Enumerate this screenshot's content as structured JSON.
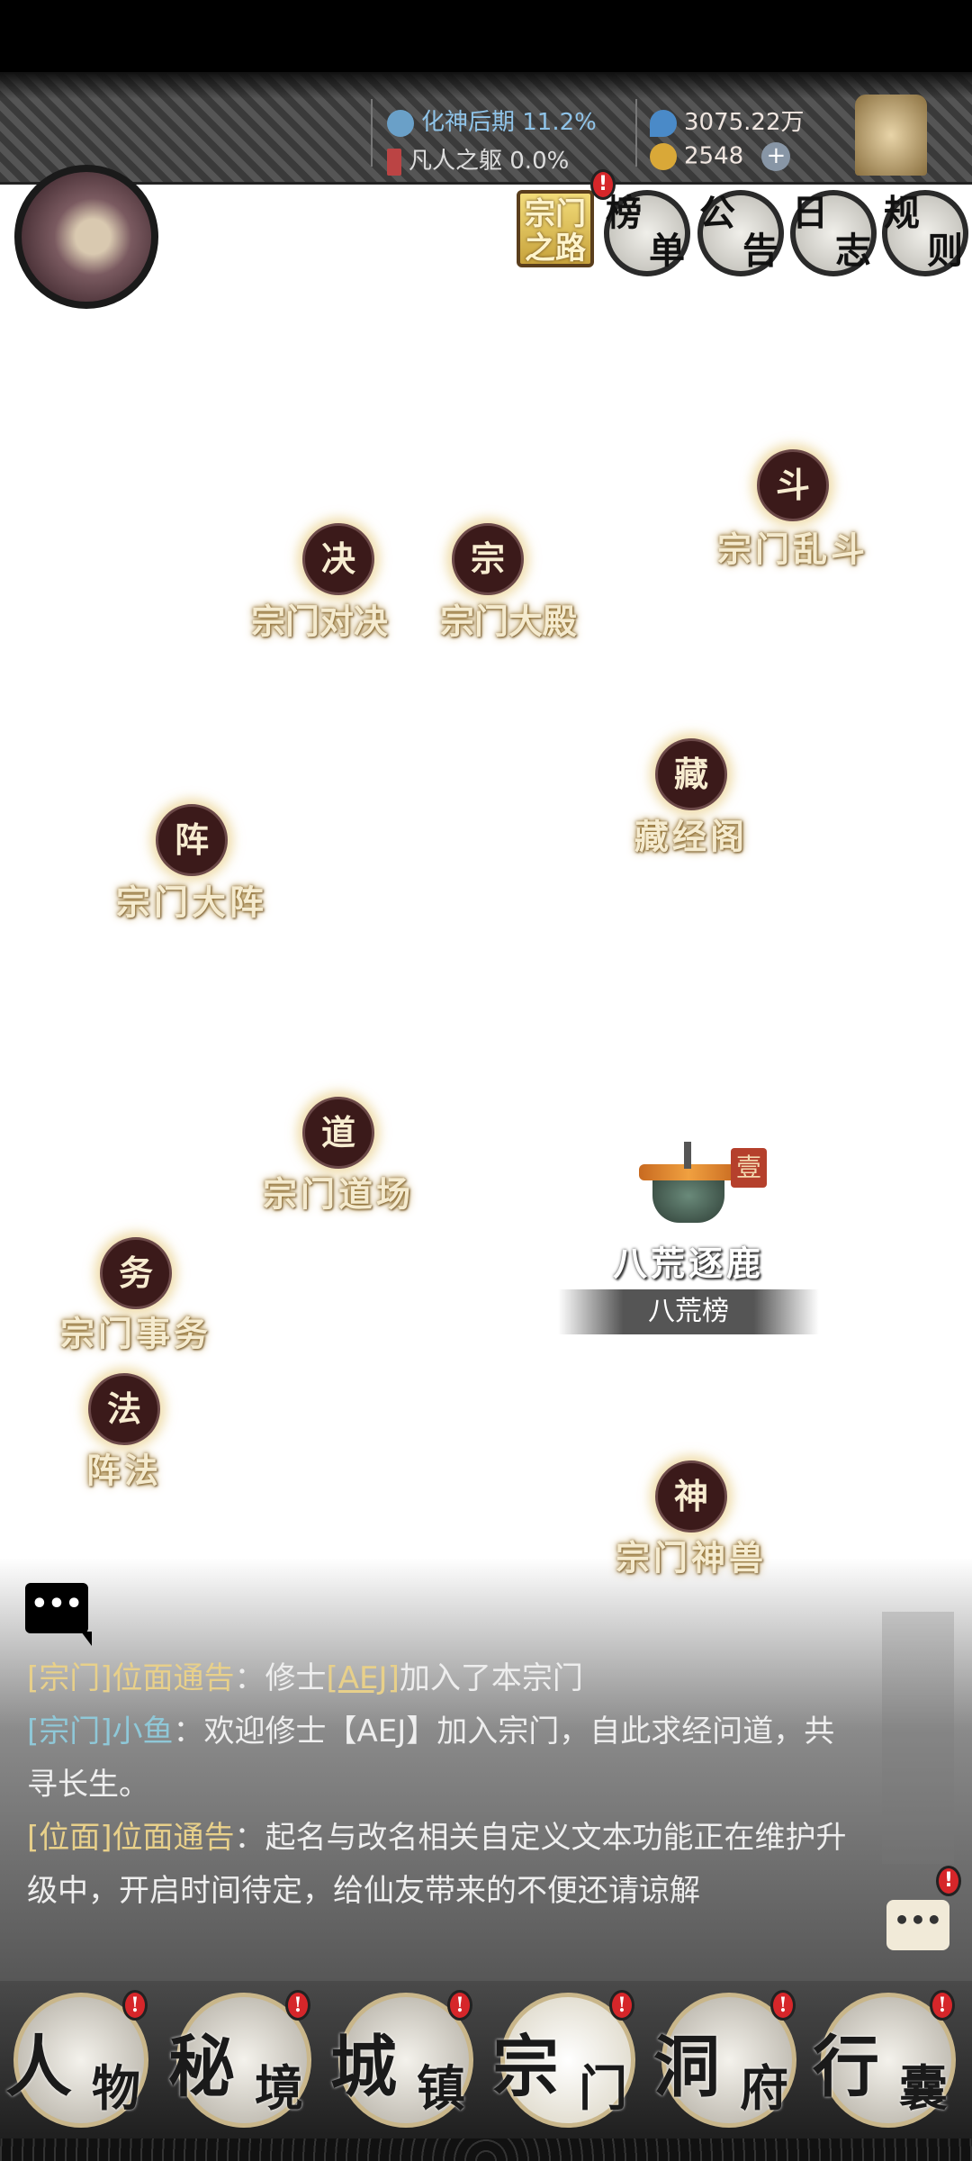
{
  "header": {
    "realm": "化神后期 11.2%",
    "body_realm": "凡人之躯 0.0%",
    "spirit_stones": "3075.22万",
    "jade": "2548",
    "add_label": "+"
  },
  "top_buttons": {
    "road": "宗门之路",
    "road_lines": [
      "宗门",
      "之路"
    ],
    "rank": [
      "榜",
      "单"
    ],
    "notice": [
      "公",
      "告"
    ],
    "log": [
      "日",
      "志"
    ],
    "rules": [
      "规",
      "则"
    ],
    "badge": "!"
  },
  "nodes": [
    {
      "glyph": "斗",
      "label": "宗门乱斗"
    },
    {
      "glyph": "决",
      "label": "宗门对决"
    },
    {
      "glyph": "宗",
      "label": "宗门大殿"
    },
    {
      "glyph": "藏",
      "label": "藏经阁"
    },
    {
      "glyph": "阵",
      "label": "宗门大阵"
    },
    {
      "glyph": "道",
      "label": "宗门道场"
    },
    {
      "glyph": "务",
      "label": "宗门事务"
    },
    {
      "glyph": "法",
      "label": "阵法"
    },
    {
      "glyph": "神",
      "label": "宗门神兽"
    }
  ],
  "bahuang": {
    "title": "八荒逐鹿",
    "seal": "壹",
    "bar": "八荒榜"
  },
  "chat": {
    "icon": "•••",
    "lines": [
      {
        "tag": "[宗门]",
        "speaker": "位面通告",
        "sep": "：",
        "pre": "修士",
        "bracket_l": "[",
        "name": "AEJ",
        "bracket_r": "]",
        "post": "加入了本宗门"
      },
      {
        "tag": "[宗门]",
        "speaker": "小鱼",
        "sep": "：",
        "text": "欢迎修士【AEJ】加入宗门，自此求经问道，共寻长生。"
      },
      {
        "tag": "[位面]",
        "speaker": "位面通告",
        "sep": "：",
        "text": "起名与改名相关自定义文本功能正在维护升级中，开启时间待定，给仙友带来的不便还请谅解"
      }
    ]
  },
  "nav": [
    {
      "c1": "人",
      "c2": "物"
    },
    {
      "c1": "秘",
      "c2": "境"
    },
    {
      "c1": "城",
      "c2": "镇"
    },
    {
      "c1": "宗",
      "c2": "门"
    },
    {
      "c1": "洞",
      "c2": "府"
    },
    {
      "c1": "行",
      "c2": "囊"
    }
  ],
  "colors": {
    "accent_gold": "#e8d08a",
    "realm_blue": "#8fc3e8",
    "node_bg": "#3b1a1a",
    "badge_red": "#d6262a"
  }
}
